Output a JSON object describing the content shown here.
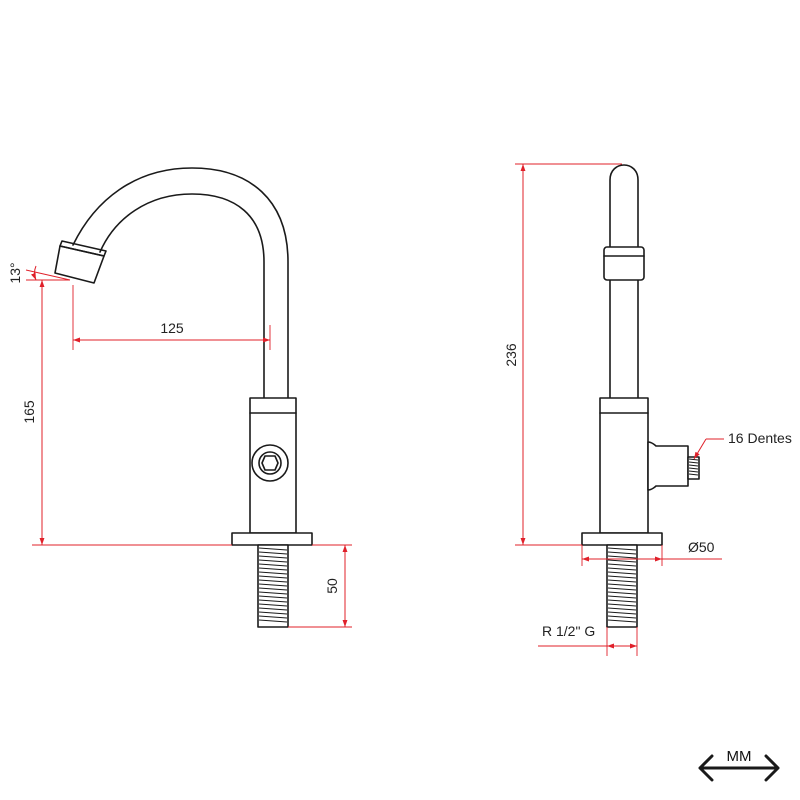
{
  "dimensions": {
    "spout_angle": "13°",
    "spout_reach": "125",
    "spout_height": "165",
    "thread_length": "50",
    "total_height": "236",
    "handle_spline": "16 Dentes",
    "base_diameter": "Ø50",
    "thread_size": "R 1/2\" G"
  },
  "units": {
    "label": "MM"
  },
  "colors": {
    "outline": "#1a1a1a",
    "dimension": "#e0202a",
    "background": "#ffffff"
  }
}
